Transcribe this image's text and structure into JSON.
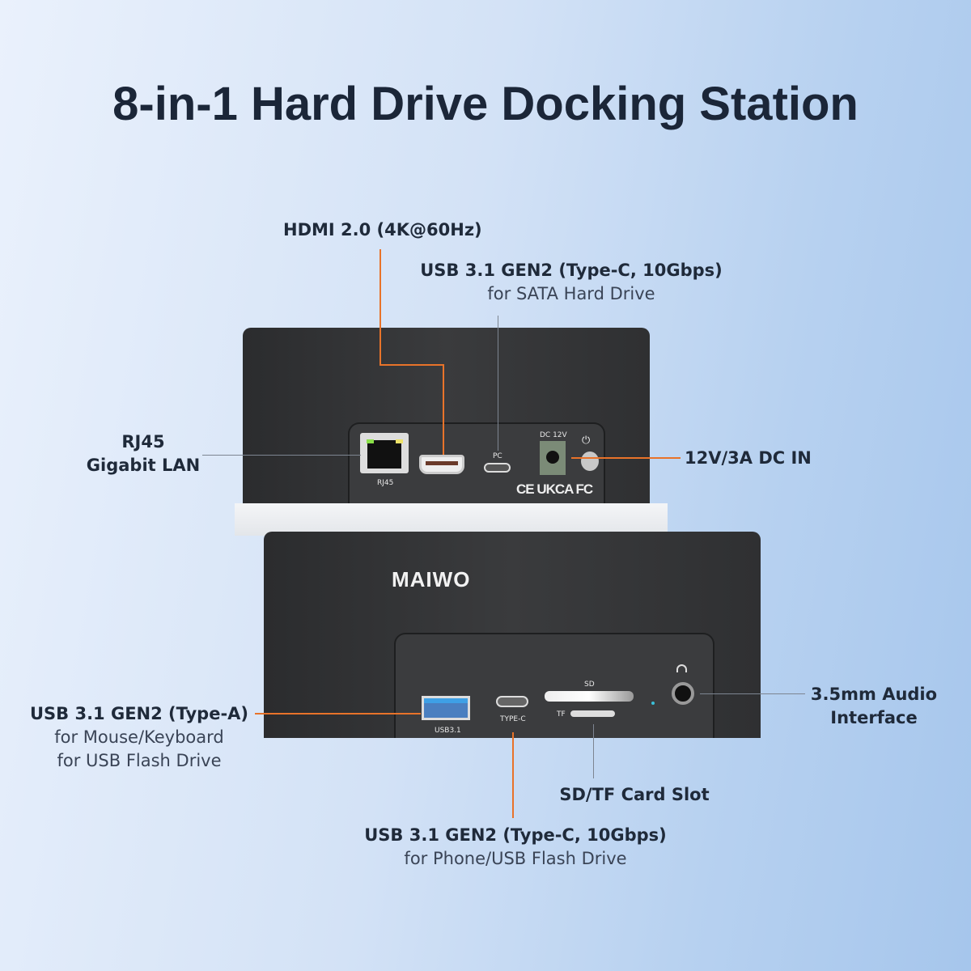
{
  "title": "8-in-1 Hard Drive Docking Station",
  "callouts": {
    "hdmi": {
      "title": "HDMI 2.0 (4K@60Hz)"
    },
    "usbc_top": {
      "title": "USB 3.1 GEN2 (Type-C, 10Gbps)",
      "sub": "for SATA Hard Drive"
    },
    "rj45": {
      "line1": "RJ45",
      "line2": "Gigabit LAN"
    },
    "dc": {
      "title": "12V/3A DC IN"
    },
    "usba": {
      "title": "USB 3.1 GEN2 (Type-A)",
      "sub1": "for Mouse/Keyboard",
      "sub2": "for USB Flash Drive"
    },
    "audio": {
      "line1": "3.5mm Audio",
      "line2": "Interface"
    },
    "card": {
      "title": "SD/TF Card Slot"
    },
    "usbc_bottom": {
      "title": "USB 3.1 GEN2 (Type-C, 10Gbps)",
      "sub": "for Phone/USB Flash Drive"
    }
  },
  "device": {
    "brand": "MAIWO",
    "back_ports": {
      "rj45": "RJ45",
      "pc": "PC",
      "dc": "DC 12V",
      "power": "⏻",
      "certs": "CE UKCA FC"
    },
    "front_ports": {
      "usb": "USB3.1",
      "typec": "TYPE-C",
      "sd": "SD",
      "tf": "TF"
    }
  },
  "colors": {
    "callout_line": "#e8732a",
    "title": "#1b2638"
  }
}
